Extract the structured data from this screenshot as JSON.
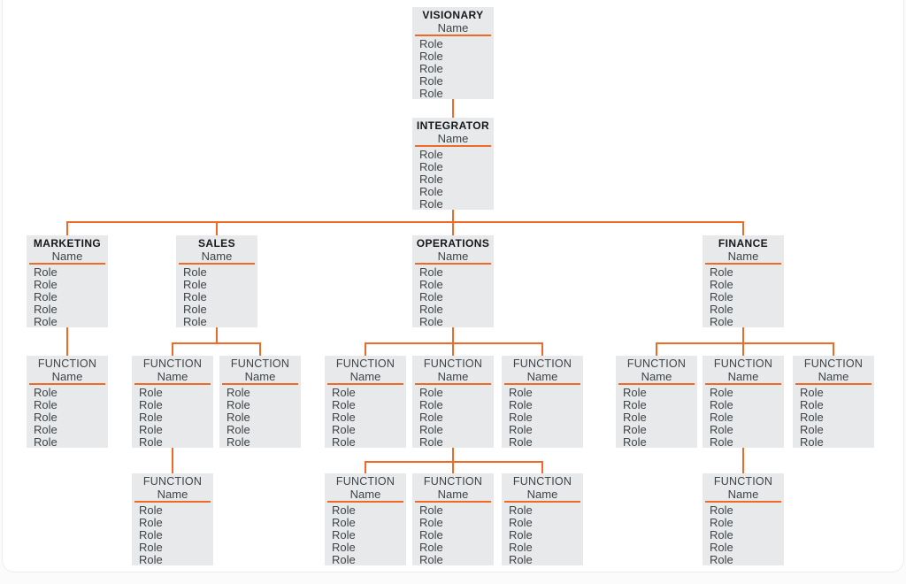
{
  "diagram": {
    "type": "org-chart",
    "description": "EOS-style accountability chart template with department and function seats"
  },
  "colors": {
    "accent": "#EF6A26",
    "box_bg": "#E7E9EA",
    "heading": "#15171A",
    "text": "#3F4448",
    "card_border": "#ECECEC",
    "background": "#FFFFFF"
  },
  "nodes": [
    {
      "id": "visionary",
      "variant": "department",
      "title": "VISIONARY",
      "name": "Name",
      "roles": [
        "Role",
        "Role",
        "Role",
        "Role",
        "Role"
      ],
      "reports_to": null
    },
    {
      "id": "integrator",
      "variant": "department",
      "title": "INTEGRATOR",
      "name": "Name",
      "roles": [
        "Role",
        "Role",
        "Role",
        "Role",
        "Role"
      ],
      "reports_to": "visionary"
    },
    {
      "id": "marketing",
      "variant": "department",
      "title": "MARKETING",
      "name": "Name",
      "roles": [
        "Role",
        "Role",
        "Role",
        "Role",
        "Role"
      ],
      "reports_to": "integrator"
    },
    {
      "id": "sales",
      "variant": "department",
      "title": "SALES",
      "name": "Name",
      "roles": [
        "Role",
        "Role",
        "Role",
        "Role",
        "Role"
      ],
      "reports_to": "integrator"
    },
    {
      "id": "operations",
      "variant": "department",
      "title": "OPERATIONS",
      "name": "Name",
      "roles": [
        "Role",
        "Role",
        "Role",
        "Role",
        "Role"
      ],
      "reports_to": "integrator"
    },
    {
      "id": "finance",
      "variant": "department",
      "title": "FINANCE",
      "name": "Name",
      "roles": [
        "Role",
        "Role",
        "Role",
        "Role",
        "Role"
      ],
      "reports_to": "integrator"
    },
    {
      "id": "marketing-function-1",
      "variant": "function",
      "title": "FUNCTION",
      "name": "Name",
      "roles": [
        "Role",
        "Role",
        "Role",
        "Role",
        "Role"
      ],
      "reports_to": "marketing"
    },
    {
      "id": "sales-function-1",
      "variant": "function",
      "title": "FUNCTION",
      "name": "Name",
      "roles": [
        "Role",
        "Role",
        "Role",
        "Role",
        "Role"
      ],
      "reports_to": "sales"
    },
    {
      "id": "sales-function-2",
      "variant": "function",
      "title": "FUNCTION",
      "name": "Name",
      "roles": [
        "Role",
        "Role",
        "Role",
        "Role",
        "Role"
      ],
      "reports_to": "sales"
    },
    {
      "id": "operations-function-1",
      "variant": "function",
      "title": "FUNCTION",
      "name": "Name",
      "roles": [
        "Role",
        "Role",
        "Role",
        "Role",
        "Role"
      ],
      "reports_to": "operations"
    },
    {
      "id": "operations-function-2",
      "variant": "function",
      "title": "FUNCTION",
      "name": "Name",
      "roles": [
        "Role",
        "Role",
        "Role",
        "Role",
        "Role"
      ],
      "reports_to": "operations"
    },
    {
      "id": "operations-function-3",
      "variant": "function",
      "title": "FUNCTION",
      "name": "Name",
      "roles": [
        "Role",
        "Role",
        "Role",
        "Role",
        "Role"
      ],
      "reports_to": "operations"
    },
    {
      "id": "finance-function-1",
      "variant": "function",
      "title": "FUNCTION",
      "name": "Name",
      "roles": [
        "Role",
        "Role",
        "Role",
        "Role",
        "Role"
      ],
      "reports_to": "finance"
    },
    {
      "id": "finance-function-2",
      "variant": "function",
      "title": "FUNCTION",
      "name": "Name",
      "roles": [
        "Role",
        "Role",
        "Role",
        "Role",
        "Role"
      ],
      "reports_to": "finance"
    },
    {
      "id": "finance-function-3",
      "variant": "function",
      "title": "FUNCTION",
      "name": "Name",
      "roles": [
        "Role",
        "Role",
        "Role",
        "Role",
        "Role"
      ],
      "reports_to": "finance"
    },
    {
      "id": "sales-function-1-sub-1",
      "variant": "function",
      "title": "FUNCTION",
      "name": "Name",
      "roles": [
        "Role",
        "Role",
        "Role",
        "Role",
        "Role"
      ],
      "reports_to": "sales-function-1"
    },
    {
      "id": "operations-function-2-sub-1",
      "variant": "function",
      "title": "FUNCTION",
      "name": "Name",
      "roles": [
        "Role",
        "Role",
        "Role",
        "Role",
        "Role"
      ],
      "reports_to": "operations-function-2"
    },
    {
      "id": "operations-function-2-sub-2",
      "variant": "function",
      "title": "FUNCTION",
      "name": "Name",
      "roles": [
        "Role",
        "Role",
        "Role",
        "Role",
        "Role"
      ],
      "reports_to": "operations-function-2"
    },
    {
      "id": "operations-function-2-sub-3",
      "variant": "function",
      "title": "FUNCTION",
      "name": "Name",
      "roles": [
        "Role",
        "Role",
        "Role",
        "Role",
        "Role"
      ],
      "reports_to": "operations-function-2"
    },
    {
      "id": "finance-function-2-sub-1",
      "variant": "function",
      "title": "FUNCTION",
      "name": "Name",
      "roles": [
        "Role",
        "Role",
        "Role",
        "Role",
        "Role"
      ],
      "reports_to": "finance-function-2"
    }
  ]
}
